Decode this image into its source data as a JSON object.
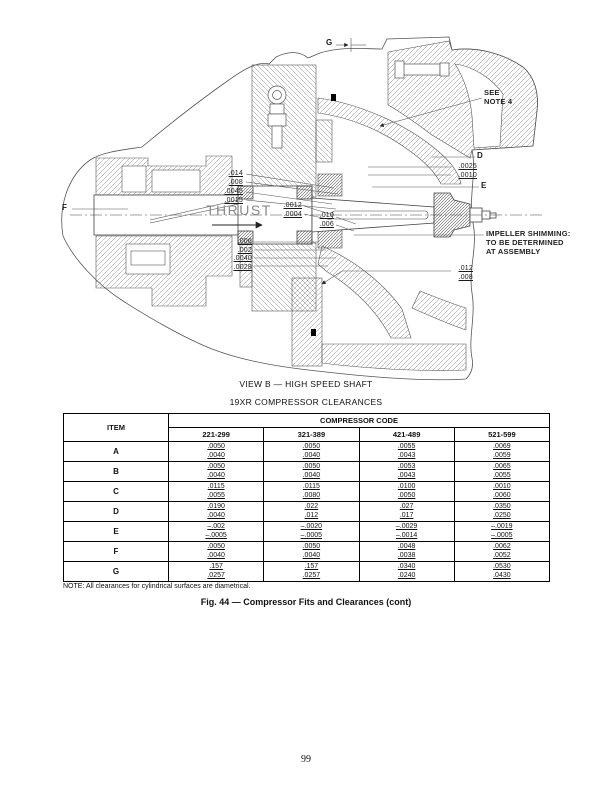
{
  "figure": {
    "callouts": {
      "g": "G",
      "d": "D",
      "e": "E",
      "f": "F"
    },
    "thrust_label": "THRUST",
    "see_note": [
      "SEE",
      "NOTE 4"
    ],
    "impeller_shimming": [
      "IMPELLER SHIMMING:",
      "TO BE DETERMINED",
      "AT ASSEMBLY"
    ],
    "dims": {
      "seal_upper": [
        ".014",
        ".008"
      ],
      "seal_lower": [
        ".0045",
        ".0015"
      ],
      "journal": [
        ".0012",
        ".0004"
      ],
      "labyrinth": [
        ".010",
        ".006"
      ],
      "impeller_front": [
        ".0025",
        ".0010"
      ],
      "collar": [
        ".006",
        ".002",
        ".0040",
        ".0028"
      ],
      "impeller_rear": [
        ".012",
        ".008"
      ]
    },
    "view_label": "VIEW B — HIGH SPEED SHAFT",
    "subtitle": "19XR COMPRESSOR CLEARANCES"
  },
  "table": {
    "item_header": "ITEM",
    "group_header": "COMPRESSOR CODE",
    "columns": [
      "221-299",
      "321-389",
      "421-489",
      "521-599"
    ],
    "rows": [
      {
        "item": "A",
        "values": [
          [
            ".0050",
            ".0040"
          ],
          [
            ".0050",
            ".0040"
          ],
          [
            ".0055",
            ".0043"
          ],
          [
            ".0069",
            ".0059"
          ]
        ]
      },
      {
        "item": "B",
        "values": [
          [
            ".0050",
            ".0040"
          ],
          [
            ".0050",
            ".0040"
          ],
          [
            ".0053",
            ".0043"
          ],
          [
            ".0065",
            ".0055"
          ]
        ]
      },
      {
        "item": "C",
        "values": [
          [
            ".0115",
            ".0055"
          ],
          [
            ".0115",
            ".0080"
          ],
          [
            ".0100",
            ".0050"
          ],
          [
            ".0010",
            ".0060"
          ]
        ]
      },
      {
        "item": "D",
        "values": [
          [
            ".0190",
            ".0040"
          ],
          [
            ".022",
            ".012"
          ],
          [
            ".027",
            ".017"
          ],
          [
            ".0350",
            ".0250"
          ]
        ]
      },
      {
        "item": "E",
        "values": [
          [
            "–.002",
            "–.0005"
          ],
          [
            "–.0020",
            "–.0005"
          ],
          [
            "–.0029",
            "–.0014"
          ],
          [
            "–.0019",
            "–.0005"
          ]
        ]
      },
      {
        "item": "F",
        "values": [
          [
            ".0050",
            ".0040"
          ],
          [
            ".0050",
            ".0040"
          ],
          [
            ".0048",
            ".0038"
          ],
          [
            ".0062",
            ".0052"
          ]
        ]
      },
      {
        "item": "G",
        "values": [
          [
            ".157",
            ".0257"
          ],
          [
            ".157",
            ".0257"
          ],
          [
            ".0340",
            ".0240"
          ],
          [
            ".0530",
            ".0430"
          ]
        ]
      }
    ]
  },
  "note": "NOTE: All clearances for cylindrical surfaces are diametrical.",
  "caption": "Fig. 44 — Compressor Fits and Clearances (cont)",
  "page_number": "99"
}
